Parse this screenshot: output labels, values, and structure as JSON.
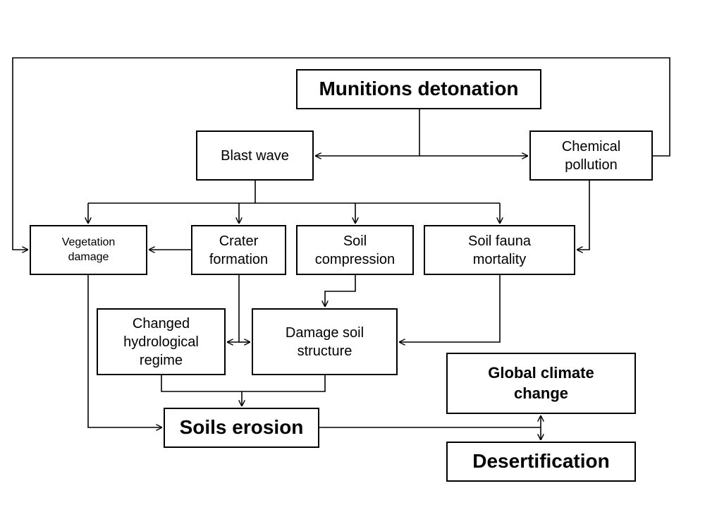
{
  "nodes": {
    "munitions": "Munitions detonation",
    "blast": "Blast wave",
    "chemical": "Chemical\npollution",
    "vegetation": "Vegetation\ndamage",
    "crater": "Crater\nformation",
    "compression": "Soil\ncompression",
    "fauna": "Soil fauna\nmortality",
    "hydro": "Changed\nhydrological\nregime",
    "structure": "Damage soil\nstructure",
    "climate": "Global climate\nchange",
    "erosion": "Soils erosion",
    "desert": "Desertification"
  },
  "edges": [
    {
      "from": "munitions",
      "to": "blast"
    },
    {
      "from": "munitions",
      "to": "chemical"
    },
    {
      "from": "blast",
      "to": "vegetation"
    },
    {
      "from": "blast",
      "to": "crater"
    },
    {
      "from": "blast",
      "to": "compression"
    },
    {
      "from": "blast",
      "to": "fauna"
    },
    {
      "from": "chemical",
      "to": "fauna"
    },
    {
      "from": "chemical",
      "to": "vegetation"
    },
    {
      "from": "crater",
      "to": "vegetation"
    },
    {
      "from": "crater",
      "to": "hydro"
    },
    {
      "from": "crater",
      "to": "structure"
    },
    {
      "from": "compression",
      "to": "structure"
    },
    {
      "from": "fauna",
      "to": "structure"
    },
    {
      "from": "hydro",
      "to": "erosion"
    },
    {
      "from": "structure",
      "to": "erosion"
    },
    {
      "from": "vegetation",
      "to": "erosion"
    },
    {
      "from": "erosion",
      "to": "climate"
    },
    {
      "from": "erosion",
      "to": "desert"
    },
    {
      "from": "climate",
      "to": "desert"
    },
    {
      "from": "desert",
      "to": "climate"
    }
  ]
}
